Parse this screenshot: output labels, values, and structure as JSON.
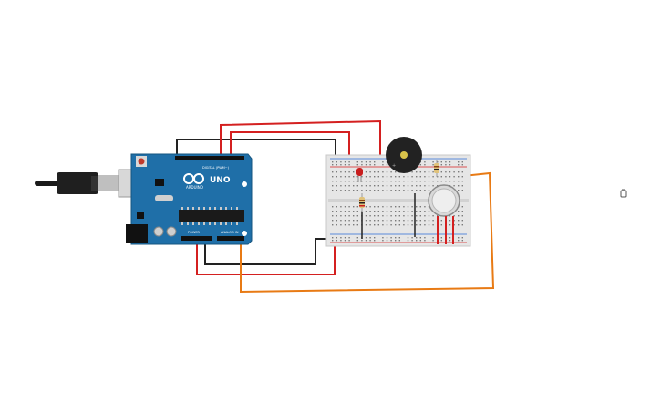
{
  "canvas": {
    "background": "#ffffff"
  },
  "arduino": {
    "logo_text": "UNO",
    "brand_text": "ARDUINO",
    "digital_label": "DIGITAL (PWM~)",
    "power_label": "POWER",
    "analog_label": "ANALOG IN",
    "board_color": "#1f6fa8"
  },
  "components": {
    "led_color": "#c81e1e",
    "buzzer_color": "#222222",
    "gas_sensor_color": "#d9d9d9",
    "resistor_color": "#e0c27a"
  },
  "wires": {
    "red": "#d42020",
    "black": "#222222",
    "orange": "#e87a14"
  },
  "side_marker": {
    "icon": "plug-icon"
  }
}
